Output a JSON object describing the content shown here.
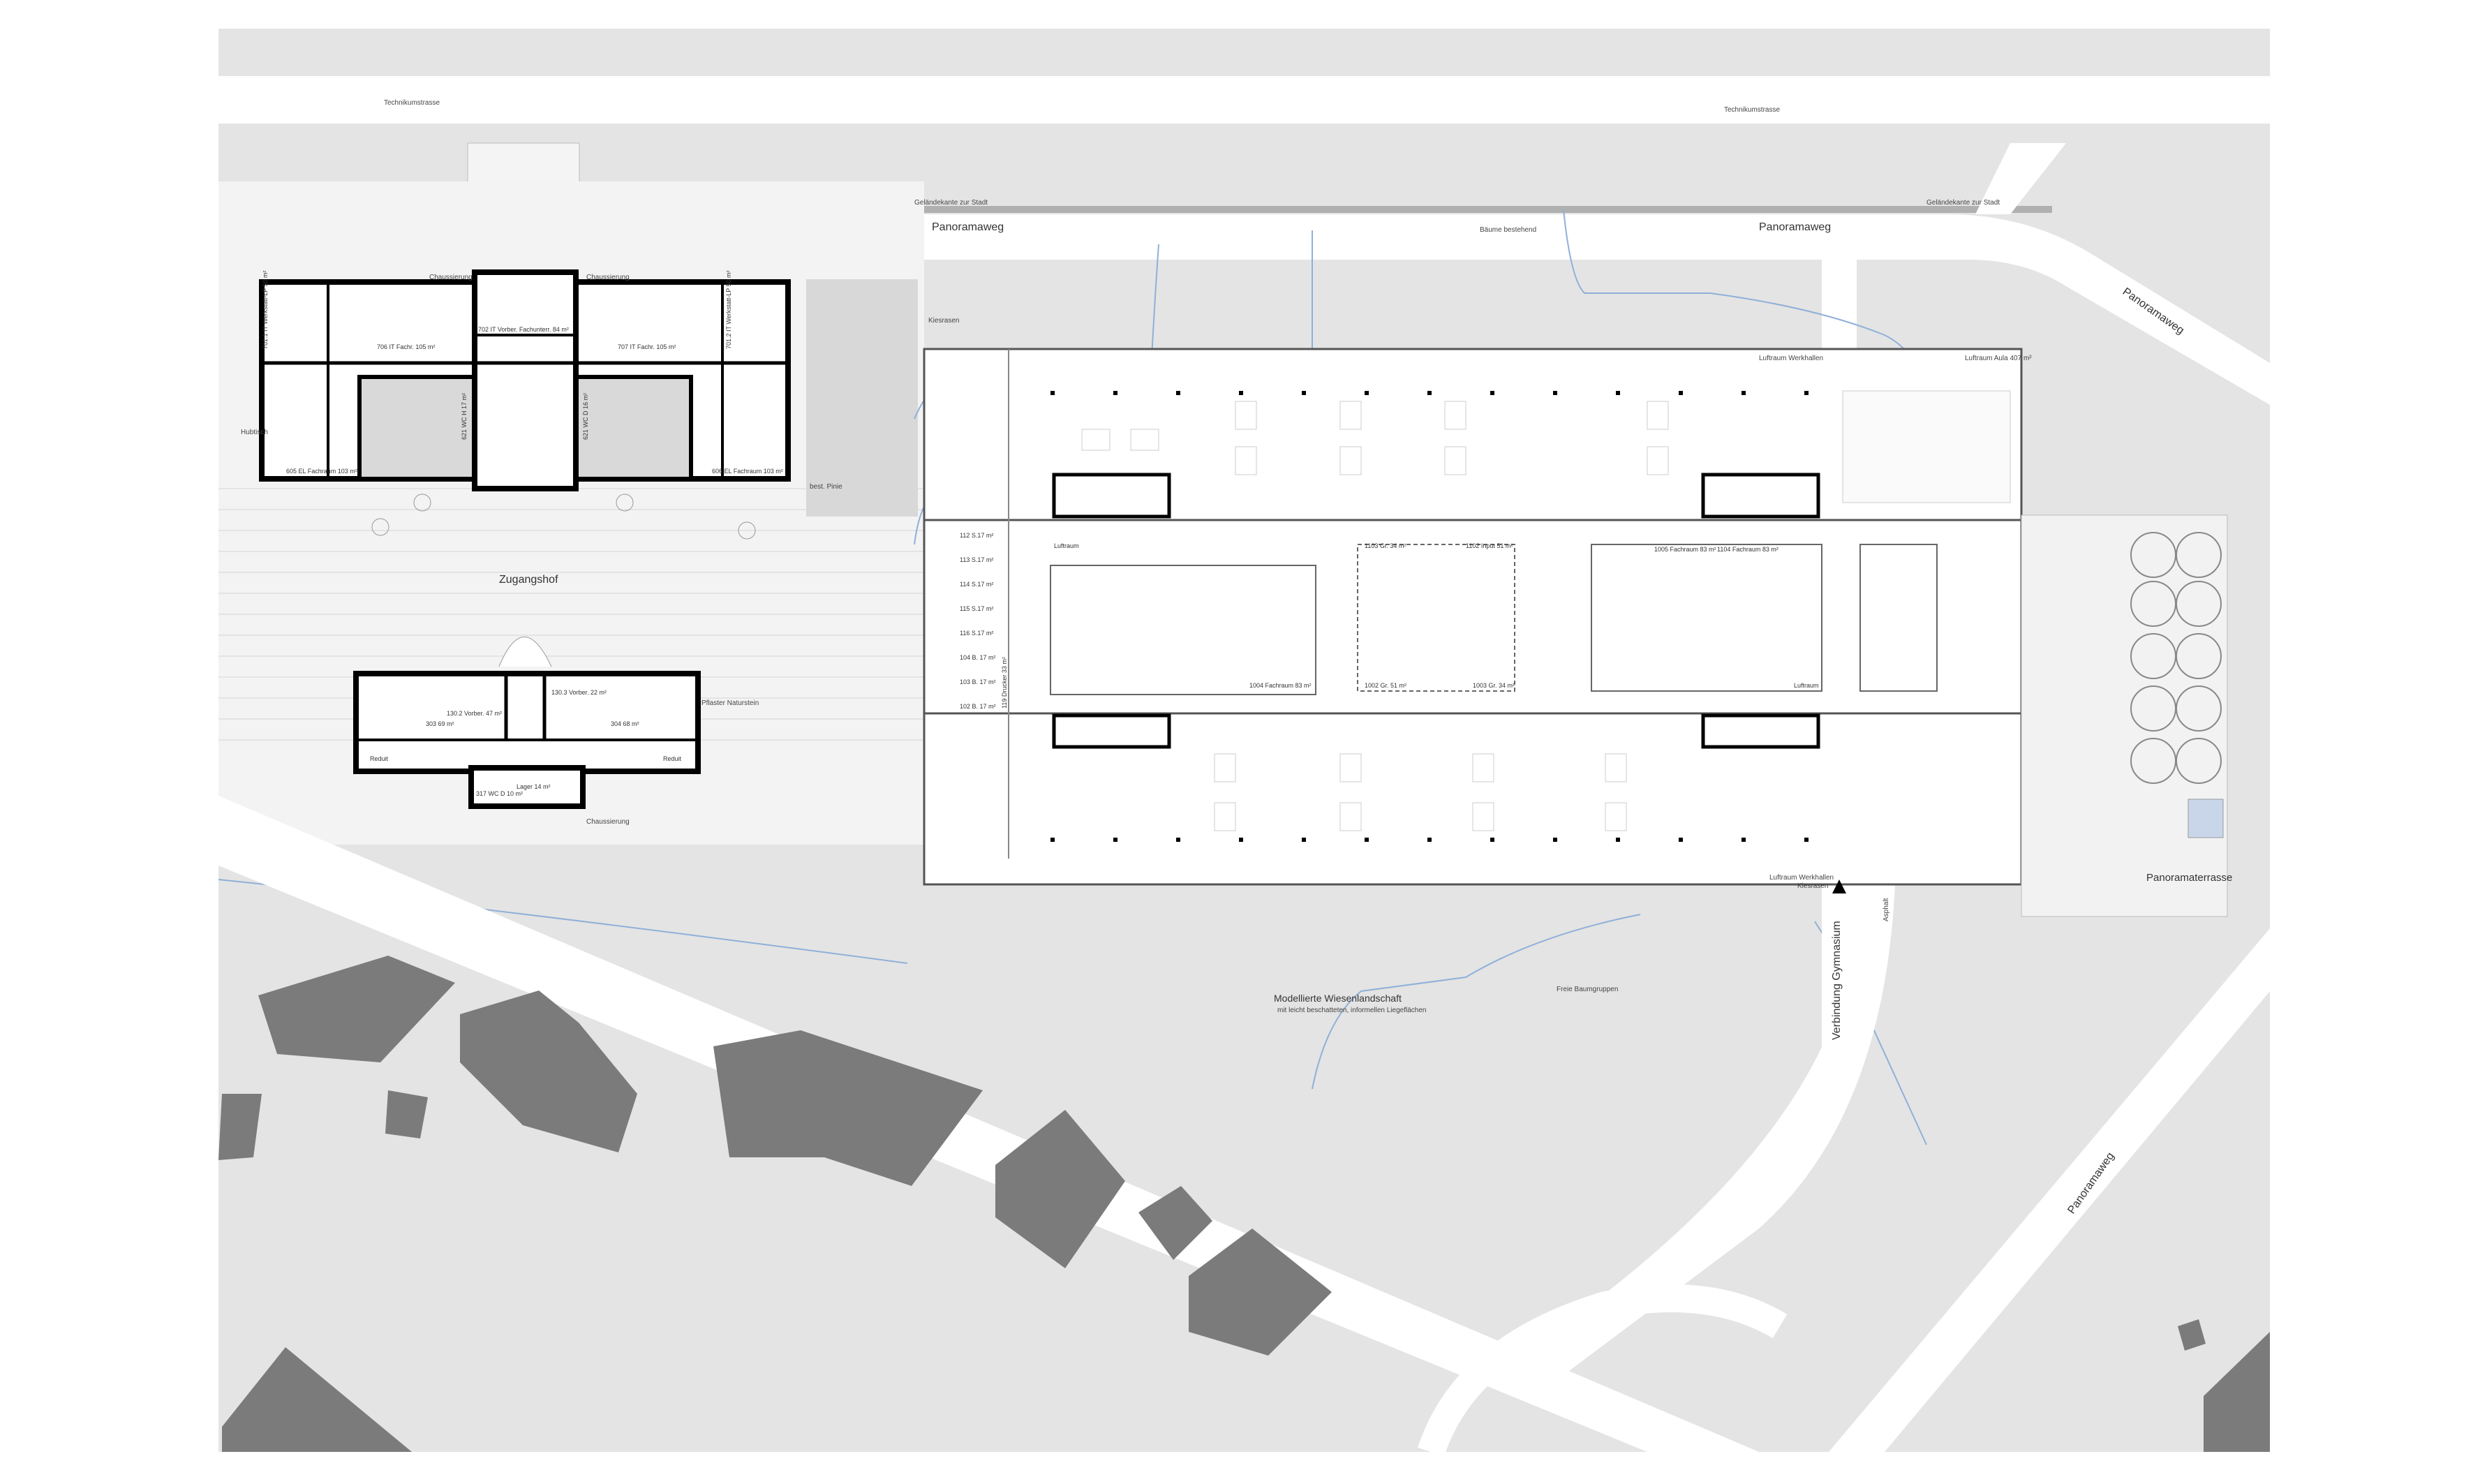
{
  "streets": {
    "technikumstrasse_left": "Technikumstrasse",
    "technikumstrasse_right": "Technikumstrasse",
    "panoramaweg_1": "Panoramaweg",
    "panoramaweg_2": "Panoramaweg",
    "panoramaweg_3": "Panoramaweg",
    "panoramaweg_4": "Panoramaweg",
    "verbindung": "Verbindung Gymnasium"
  },
  "areas": {
    "zugangshof": "Zugangshof",
    "wiese_title": "Modellierte Wiesenlandschaft",
    "wiese_sub": "mit leicht beschatteten, informellen Liegeflächen",
    "panoramaterrasse": "Panoramaterrasse",
    "baeume": "Bäume bestehend",
    "freie_baumgruppen": "Freie Baumgruppen",
    "kiesrasen_top": "Kiesrasen",
    "kiesrasen_bottom": "Kiesrasen",
    "chaussierung_1": "Chaussierung",
    "chaussierung_2": "Chaussierung",
    "chaussierung_3": "Chaussierung",
    "pflaster": "Pflaster Naturstein",
    "hubtisch": "Hubtisch",
    "pinie": "best. Pinie",
    "asphalt": "Asphalt",
    "gelaendekante_1": "Geländekante zur Stadt",
    "gelaendekante_2": "Geländekante zur Stadt",
    "luftraum_werkhallen_1": "Luftraum Werkhallen",
    "luftraum_werkhallen_2": "Luftraum Werkhallen",
    "luftraum_aula": "Luftraum Aula 407 m²"
  },
  "rooms_old_north": [
    "701.1 IT Werkstatt-LP 50 m²",
    "706 IT Fachr. 105 m²",
    "702 IT Vorber. Fachunterr. 84 m²",
    "707 IT Fachr. 105 m²",
    "701.2 IT Werkstatt-LP 50 m²",
    "621 WC H 17 m²",
    "621 WC D 16 m²",
    "605 EL Fachraum 103 m²",
    "606 EL Fachraum 103 m²"
  ],
  "rooms_old_south": [
    "303 69 m²",
    "130.2 Vorber. 47 m²",
    "130.3 Vorber. 22 m²",
    "304 68 m²",
    "Reduit",
    "Reduit",
    "317 WC D 10 m²",
    "Lager 14 m²"
  ],
  "rooms_new": [
    "112 S.17 m²",
    "113 S.17 m²",
    "114 S.17 m²",
    "115 S.17 m²",
    "116 S.17 m²",
    "104 B. 17 m²",
    "103 B. 17 m²",
    "102 B. 17 m²",
    "119 Drucker 33 m²",
    "Luftraum",
    "1004 Fachraum 83 m²",
    "1103 Gr. 34 m²",
    "1102 Input 51 m²",
    "1002 Gr. 51 m²",
    "1003 Gr. 34 m²",
    "1005 Fachraum 83 m²",
    "1104 Fachraum 83 m²",
    "Luftraum"
  ],
  "colors": {
    "terrain": "#e4e4e4",
    "road": "#ffffff",
    "building_dark": "#7b7b7b",
    "wall": "#000000",
    "contour": "#8fb0d8",
    "pool": "#c9d6ea"
  }
}
